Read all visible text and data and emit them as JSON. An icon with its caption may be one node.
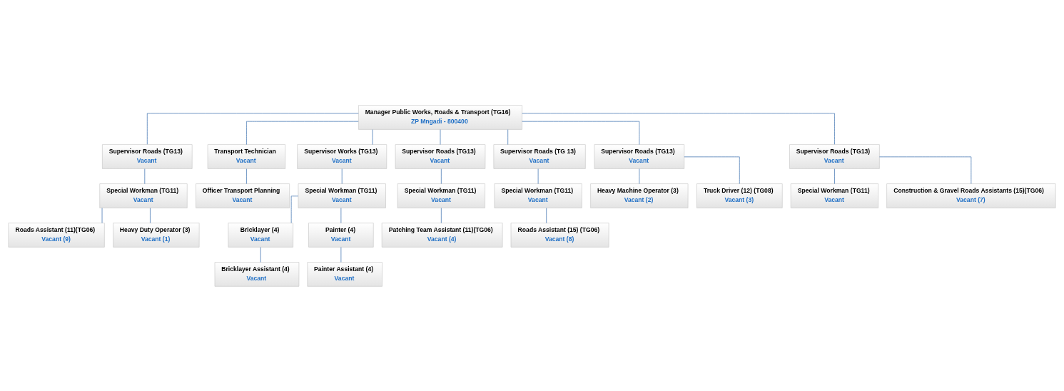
{
  "diagram": {
    "nodes": [
      {
        "text": [
          "Manager Public Works, Roads & Transport (TG16)",
          "ZP Mngadi - 800400"
        ]
      },
      {
        "text": [
          "Supervisor Roads (TG13)",
          "Vacant"
        ]
      },
      {
        "text": [
          "Transport Technician",
          "Vacant"
        ]
      },
      {
        "text": [
          "Supervisor Works (TG13)",
          "Vacant"
        ]
      },
      {
        "text": [
          "Supervisor Roads (TG13)",
          "Vacant"
        ]
      },
      {
        "text": [
          "Supervisor Roads (TG 13)",
          "Vacant"
        ]
      },
      {
        "text": [
          "Supervisor Roads (TG13)",
          "Vacant"
        ]
      },
      {
        "text": [
          "Supervisor Roads (TG13)",
          "Vacant"
        ]
      },
      {
        "text": [
          "Special Workman (TG11)",
          "Vacant"
        ]
      },
      {
        "text": [
          "Officer Transport Planning",
          "Vacant"
        ]
      },
      {
        "text": [
          "Special Workman (TG11)",
          "Vacant"
        ]
      },
      {
        "text": [
          "Special Workman (TG11)",
          "Vacant"
        ]
      },
      {
        "text": [
          "Special Workman (TG11)",
          "Vacant"
        ]
      },
      {
        "text": [
          "Heavy Machine Operator (3)",
          "Vacant (2)"
        ]
      },
      {
        "text": [
          "Truck Driver (12) (TG08)",
          "Vacant (3)"
        ]
      },
      {
        "text": [
          "Special Workman (TG11)",
          "Vacant"
        ]
      },
      {
        "text": [
          "Construction & Gravel Roads Assistants (15)(TG06)",
          "Vacant (7)"
        ]
      },
      {
        "text": [
          "Roads Assistant (11)(TG06)",
          "Vacant (9)"
        ]
      },
      {
        "text": [
          "Heavy Duty Operator (3)",
          "Vacant (1)"
        ]
      },
      {
        "text": [
          "Bricklayer (4)",
          "Vacant"
        ]
      },
      {
        "text": [
          "Painter (4)",
          "Vacant"
        ]
      },
      {
        "text": [
          "Patching Team Assistant (11)(TG06)",
          "Vacant (4)"
        ]
      },
      {
        "text": [
          "Roads Assistant (15) (TG06)",
          "Vacant (8)"
        ]
      },
      {
        "text": [
          "Bricklayer Assistant (4)",
          "Vacant"
        ]
      },
      {
        "text": [
          "Painter Assistant (4)",
          "Vacant"
        ]
      }
    ],
    "edges": [
      {
        "from": 0,
        "to": 1,
        "arrow": "none"
      },
      {
        "from": 0,
        "to": 2,
        "arrow": "none"
      },
      {
        "from": 0,
        "to": 3,
        "arrow": "none"
      },
      {
        "from": 0,
        "to": 4,
        "arrow": "none"
      },
      {
        "from": 0,
        "to": 5,
        "arrow": "none"
      },
      {
        "from": 0,
        "to": 6,
        "arrow": "none"
      },
      {
        "from": 0,
        "to": 7,
        "arrow": "none"
      },
      {
        "from": 1,
        "to": 8,
        "arrow": "none"
      },
      {
        "from": 2,
        "to": 9,
        "arrow": "none"
      },
      {
        "from": 3,
        "to": 10,
        "arrow": "none"
      },
      {
        "from": 4,
        "to": 11,
        "arrow": "none"
      },
      {
        "from": 5,
        "to": 12,
        "arrow": "none"
      },
      {
        "from": 6,
        "to": 13,
        "arrow": "none"
      },
      {
        "from": 6,
        "to": 14,
        "arrow": "none"
      },
      {
        "from": 7,
        "to": 15,
        "arrow": "none"
      },
      {
        "from": 7,
        "to": 16,
        "arrow": "none"
      },
      {
        "from": 8,
        "to": 17,
        "arrow": "none"
      },
      {
        "from": 8,
        "to": 18,
        "arrow": "none"
      },
      {
        "from": 10,
        "to": 19,
        "arrow": "none"
      },
      {
        "from": 10,
        "to": 20,
        "arrow": "none"
      },
      {
        "from": 11,
        "to": 21,
        "arrow": "none"
      },
      {
        "from": 12,
        "to": 22,
        "arrow": "none"
      },
      {
        "from": 19,
        "to": 23,
        "arrow": "none"
      },
      {
        "from": 20,
        "to": 24,
        "arrow": "none"
      }
    ]
  }
}
